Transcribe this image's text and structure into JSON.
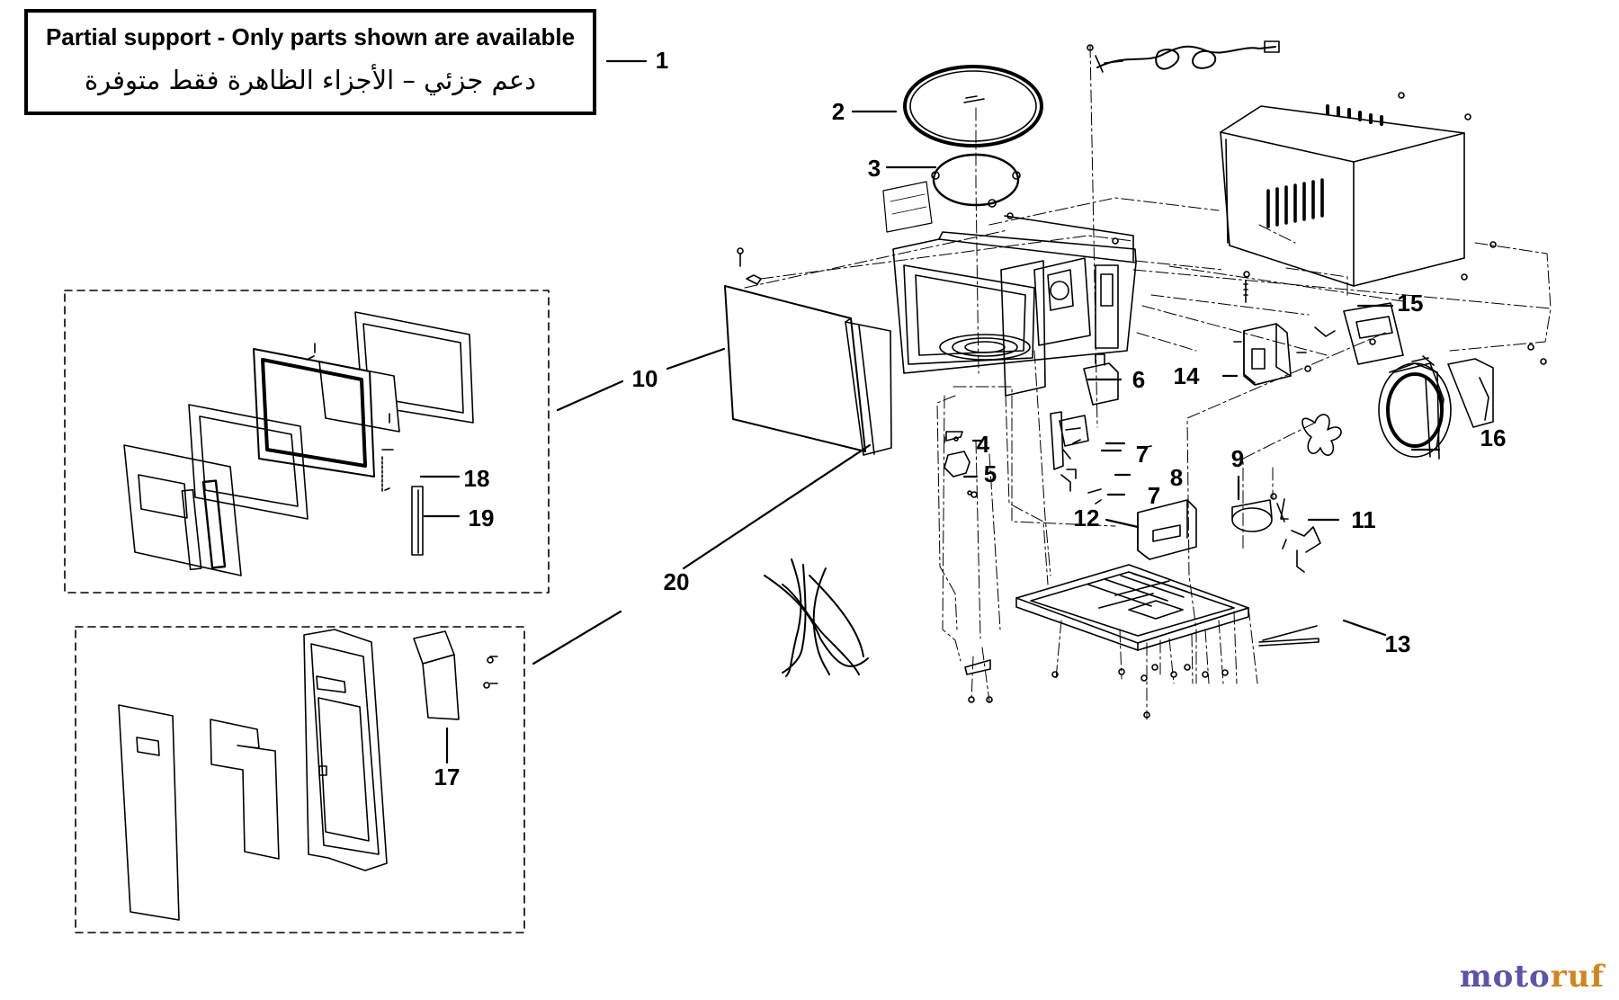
{
  "notice": {
    "english": "Partial support - Only parts shown are available",
    "arabic": "دعم جزئي – الأجزاء الظاهرة فقط متوفرة"
  },
  "callouts": [
    "1",
    "2",
    "3",
    "4",
    "5",
    "6",
    "7",
    "7",
    "8",
    "9",
    "10",
    "11",
    "12",
    "13",
    "14",
    "15",
    "16",
    "17",
    "18",
    "19",
    "20"
  ],
  "watermark": {
    "part1": "moto",
    "part2": "ruf",
    "color1": "#5b54a8",
    "color2": "#d1851f"
  }
}
